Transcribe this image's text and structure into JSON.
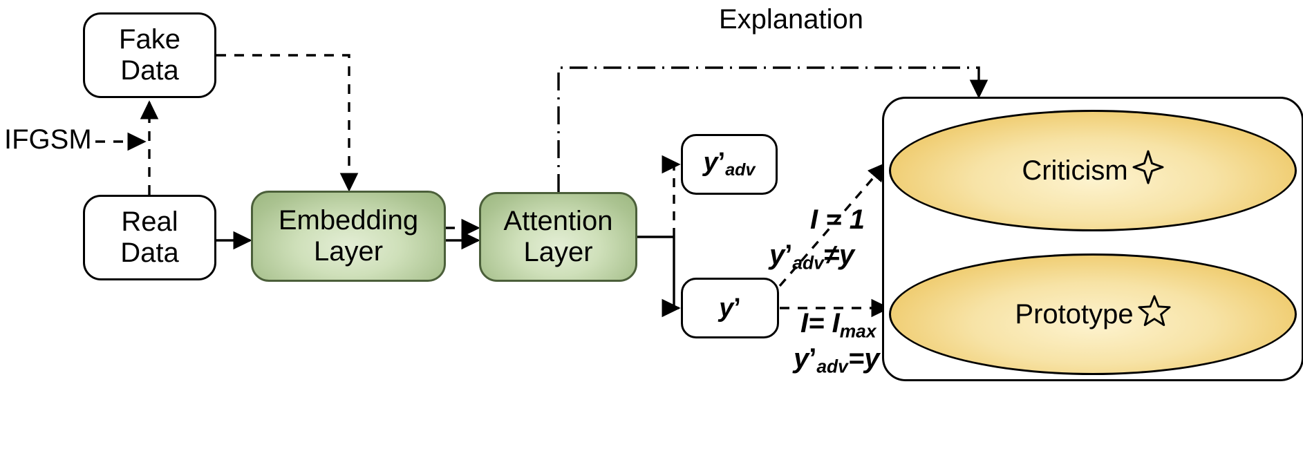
{
  "diagram": {
    "title": "Adversarial Explanation Pipeline",
    "type": "flowchart",
    "colors": {
      "green_fill": "#cfe0ba",
      "green_border": "#4b5f3a",
      "yellow_fill": "#f3d77f",
      "stroke": "#000000",
      "background": "#ffffff"
    }
  },
  "nodes": {
    "fake_data": {
      "label_line1": "Fake",
      "label_line2": "Data",
      "style": "plain"
    },
    "real_data": {
      "label_line1": "Real",
      "label_line2": "Data",
      "style": "plain"
    },
    "embedding_layer": {
      "label_line1": "Embedding",
      "label_line2": "Layer",
      "style": "green"
    },
    "attention_layer": {
      "label_line1": "Attention",
      "label_line2": "Layer",
      "style": "green"
    },
    "y_adv": {
      "base": "y",
      "prime": "’",
      "subscript": "adv",
      "style": "plain"
    },
    "y_pred": {
      "base": "y",
      "prime": "’",
      "subscript": "",
      "style": "plain"
    },
    "criticism": {
      "label": "Criticism",
      "icon": "sparkle-star-icon",
      "style": "ellipse"
    },
    "prototype": {
      "label": "Prototype",
      "icon": "five-point-star-icon",
      "style": "ellipse"
    }
  },
  "labels": {
    "ifgsm": "IFGSM",
    "explanation": "Explanation",
    "cond_top_line1": "I = 1",
    "cond_top_line2_base": "y",
    "cond_top_line2_prime": "’",
    "cond_top_line2_sub": "adv",
    "cond_top_line2_tail": "≠y",
    "cond_bottom_line1_base": "I= I",
    "cond_bottom_line1_sub": "max",
    "cond_bottom_line2_base": "y",
    "cond_bottom_line2_prime": "’",
    "cond_bottom_line2_sub": "adv",
    "cond_bottom_line2_tail": "=y"
  },
  "edges": [
    {
      "name": "ifgsm-to-branch",
      "style": "dashed",
      "from": "ifgsm",
      "to": "fake-data-feed"
    },
    {
      "name": "real-data-to-fake-data",
      "style": "dashed",
      "from": "real_data",
      "to": "fake_data"
    },
    {
      "name": "fake-data-to-embedding",
      "style": "dashed",
      "from": "fake_data",
      "to": "embedding_layer"
    },
    {
      "name": "real-data-to-embedding",
      "style": "solid",
      "from": "real_data",
      "to": "embedding_layer"
    },
    {
      "name": "embedding-to-attention-dashed",
      "style": "dashed",
      "from": "embedding_layer",
      "to": "attention_layer"
    },
    {
      "name": "embedding-to-attention-solid",
      "style": "solid",
      "from": "embedding_layer",
      "to": "attention_layer"
    },
    {
      "name": "attention-to-y-adv",
      "style": "dashed",
      "from": "attention_layer",
      "to": "y_adv"
    },
    {
      "name": "attention-to-y-pred",
      "style": "solid",
      "from": "attention_layer",
      "to": "y_pred"
    },
    {
      "name": "attention-to-explanation-capsule",
      "style": "dash-dot",
      "from": "attention_layer",
      "to": "explanation_capsule"
    },
    {
      "name": "y-pred-to-criticism",
      "style": "dashed",
      "from": "y_pred",
      "to": "criticism"
    },
    {
      "name": "y-pred-to-prototype",
      "style": "dashed",
      "from": "y_pred",
      "to": "prototype"
    }
  ]
}
